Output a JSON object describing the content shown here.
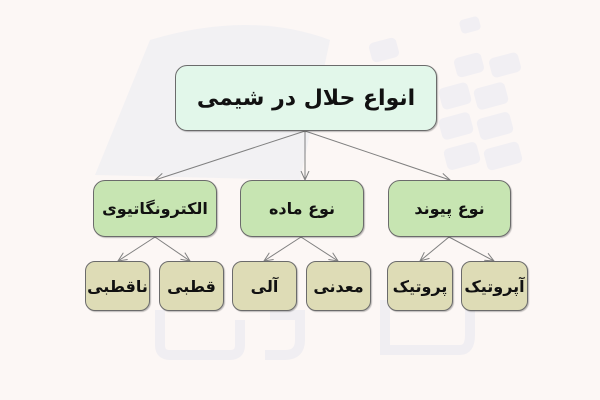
{
  "diagram": {
    "root": {
      "label": "انواع حلال در شیمی"
    },
    "categories": [
      {
        "label": "نوع پیوند",
        "children": [
          {
            "label": "آپروتیک"
          },
          {
            "label": "پروتیک"
          }
        ]
      },
      {
        "label": "نوع ماده",
        "children": [
          {
            "label": "معدنی"
          },
          {
            "label": "آلی"
          }
        ]
      },
      {
        "label": "الکترونگاتیوی",
        "children": [
          {
            "label": "قطبی"
          },
          {
            "label": "ناقطبی"
          }
        ]
      }
    ]
  },
  "colors": {
    "background": "#fcf7f5",
    "root_fill": "#e2f7ea",
    "category_fill": "#c7e5b2",
    "leaf_fill": "#dedcb6",
    "border": "#6b6b6b",
    "edge": "#808080",
    "watermark": "#f0eef2"
  }
}
